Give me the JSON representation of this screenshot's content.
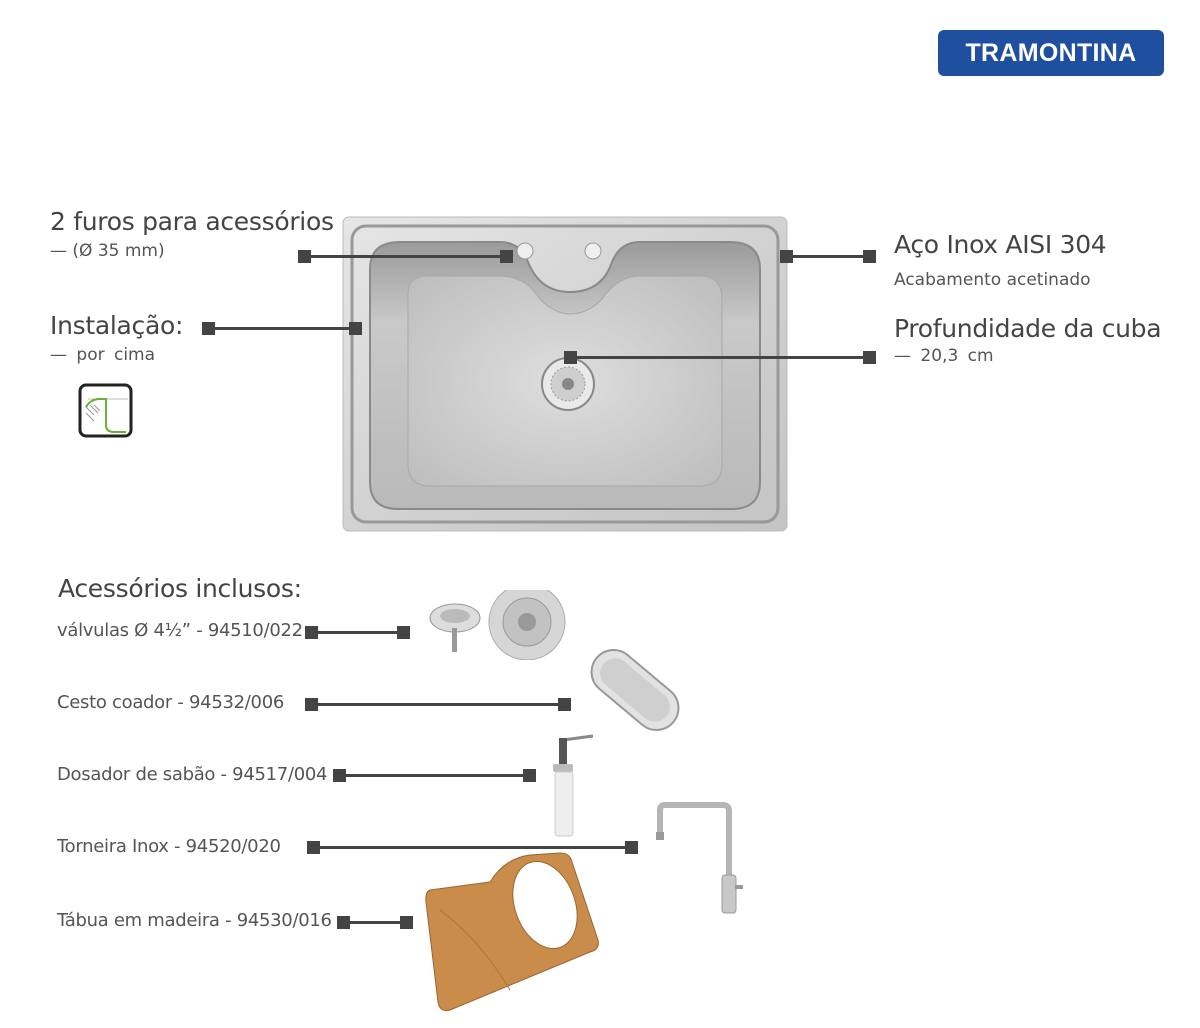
{
  "brand": {
    "logo_text": "TRAMONTINA",
    "color": "#1f4f9f"
  },
  "specs": {
    "holes": {
      "title": "2 furos para acessórios",
      "detail": "— (Ø 35 mm)"
    },
    "installation": {
      "title": "Instalação:",
      "detail": "—  por cima",
      "icon": "over-counter-install-icon"
    },
    "material": {
      "title": "Aço Inox AISI 304",
      "detail": "Acabamento acetinado"
    },
    "depth": {
      "title": "Profundidade da cuba",
      "detail": "—  20,3 cm"
    }
  },
  "accessories": {
    "heading": "Acessórios inclusos:",
    "items": [
      {
        "label": "válvulas Ø 4½” - 94510/022"
      },
      {
        "label": "Cesto coador - 94532/006"
      },
      {
        "label": "Dosador de sabão - 94517/004"
      },
      {
        "label": "Torneira Inox - 94520/020"
      },
      {
        "label": "Tábua em madeira - 94530/016"
      }
    ]
  }
}
